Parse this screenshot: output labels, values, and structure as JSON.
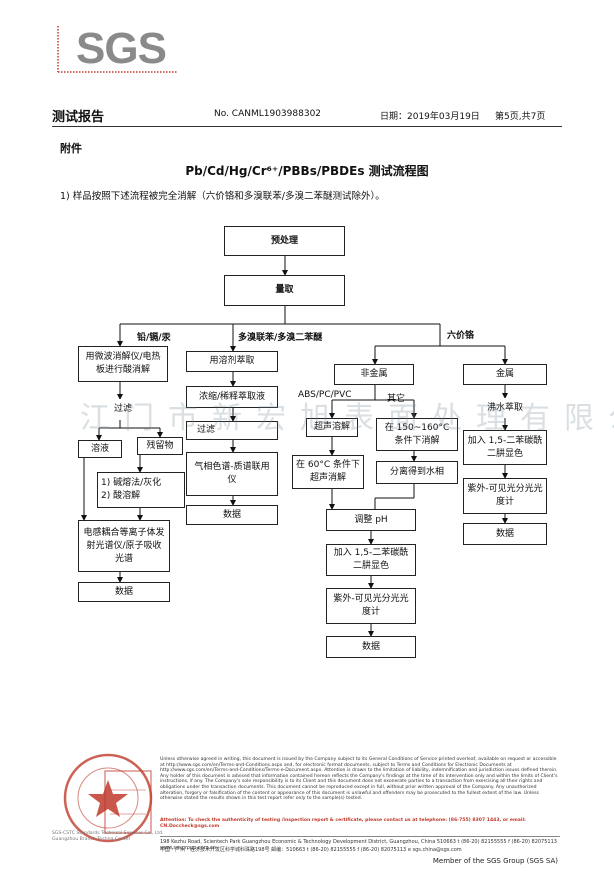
{
  "header": {
    "logo": "SGS",
    "title": "测试报告",
    "report_no": "No. CANML1903988302",
    "date": "日期：2019年03月19日",
    "page": "第5页,共7页"
  },
  "appendix": "附件",
  "main_title": "Pb/Cd/Hg/Cr⁶⁺/PBBs/PBDEs 测试流程图",
  "note": "1) 样品按照下述流程被完全消解（六价铬和多溴联苯/多溴二苯醚测试除外）。",
  "flow": {
    "pretreat": "预处理",
    "weigh": "量取",
    "branch_metals": "铅/镉/汞",
    "branch_pbb": "多溴联苯/多溴二苯醚",
    "branch_cr": "六价铬",
    "metals": {
      "digest": "用微波消解仪/电热板进行酸消解",
      "filter": "过滤",
      "solution": "溶液",
      "residue": "残留物",
      "residue_treat": "1) 碱熔法/灰化\n2) 酸溶解",
      "icp": "电感耦合等离子体发射光谱仪/原子吸收光谱",
      "data": "数据"
    },
    "pbb": {
      "extract": "用溶剂萃取",
      "concentrate": "浓缩/稀释萃取液",
      "filter": "过滤",
      "gcms": "气相色谱-质谱联用仪",
      "data": "数据"
    },
    "cr": {
      "nonmetal": "非金属",
      "abs_label": "ABS/PC/PVC",
      "other_label": "其它",
      "ultrasonic": "超声溶解",
      "heat_digest": "在 150~160°C 条件下消解",
      "ultra60": "在 60°C 条件下超声消解",
      "separate": "分离得到水相",
      "ph": "调整 pH",
      "add_dpc": "加入 1,5-二苯碳酰二肼显色",
      "uv": "紫外-可见光分光光度计",
      "data": "数据",
      "metal": "金属",
      "boil": "沸水萃取",
      "metal_add": "加入 1,5-二苯碳酰二肼显色",
      "metal_uv": "紫外-可见光分光光度计",
      "metal_data": "数据"
    }
  },
  "watermark": "江门市新宏旭表面处理有限公司",
  "footer": {
    "legal": "Unless otherwise agreed in writing, this document is issued by the Company subject to its General Conditions of Service printed overleaf, available on request or accessible at http://www.sgs.com/en/Terms-and-Conditions.aspx and, for electronic format documents, subject to Terms and Conditions for Electronic Documents at http://www.sgs.com/en/Terms-and-Conditions/Terms-e-Document.aspx. Attention is drawn to the limitation of liability, indemnification and jurisdiction issues defined therein. Any holder of this document is advised that information contained hereon reflects the Company's findings at the time of its intervention only and within the limits of Client's instructions, if any. The Company's sole responsibility is to its Client and this document does not exonerate parties to a transaction from exercising all their rights and obligations under the transaction documents. This document cannot be reproduced except in full, without prior written approval of the Company. Any unauthorized alteration, forgery or falsification of the content or appearance of this document is unlawful and offenders may be prosecuted to the fullest extent of the law. Unless otherwise stated the results shown in this test report refer only to the sample(s) tested.",
    "attention": "Attention: To check the authenticity of testing /inspection report & certificate, please contact us at telephone: (86-755) 8307 1443, or email: CN.Doccheck@sgs.com",
    "addr_en": "198 Kezhu Road, Scientech Park Guangzhou Economic & Technology Development District, Guangzhou, China  510663  t (86-20) 82155555  f (86-20) 82075113  www.sgsgroup.com.cn",
    "addr_cn": "中国・广州・经济技术开发区科学城科珠路198号   邮编：510663  t (86-20) 82155555  f (86-20) 82075113  e sgs.china@sgs.com",
    "seal": "SGS-CSTC Standards Technical Services Co., Ltd. Guangzhou Branch Testing Center",
    "member": "Member of the SGS Group (SGS SA)"
  }
}
